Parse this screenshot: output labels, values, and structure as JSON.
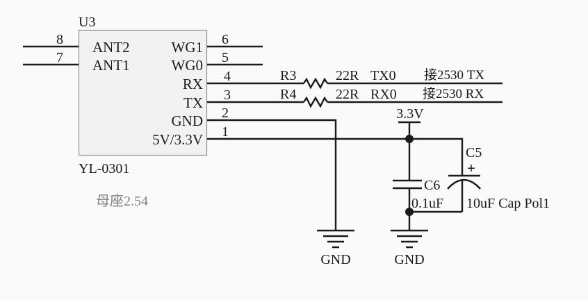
{
  "schematic": {
    "component": {
      "designator": "U3",
      "part_number": "YL-0301",
      "note": "母座2.54",
      "pins_left": [
        {
          "number": "8",
          "label": "ANT2"
        },
        {
          "number": "7",
          "label": "ANT1"
        }
      ],
      "pins_right": [
        {
          "number": "6",
          "label": "WG1"
        },
        {
          "number": "5",
          "label": "WG0"
        },
        {
          "number": "4",
          "label": "RX"
        },
        {
          "number": "3",
          "label": "TX"
        },
        {
          "number": "2",
          "label": "GND"
        },
        {
          "number": "1",
          "label": "5V/3.3V"
        }
      ]
    },
    "resistors": [
      {
        "designator": "R3",
        "value": "22R",
        "net": "TX0",
        "annotation": "接2530 TX"
      },
      {
        "designator": "R4",
        "value": "22R",
        "net": "RX0",
        "annotation": "接2530 RX"
      }
    ],
    "capacitors": [
      {
        "designator": "C6",
        "value": "0.1uF"
      },
      {
        "designator": "C5",
        "value": "10uF Cap Pol1",
        "polarity": "+"
      }
    ],
    "power": {
      "rail_label": "3.3V",
      "ground_label_left": "GND",
      "ground_label_right": "GND"
    },
    "colors": {
      "wire": "#1a1a1a",
      "component_fill": "#f2f2f2",
      "component_border": "#8c8c8c",
      "note_text": "#808080",
      "background": "#fafafa"
    }
  }
}
